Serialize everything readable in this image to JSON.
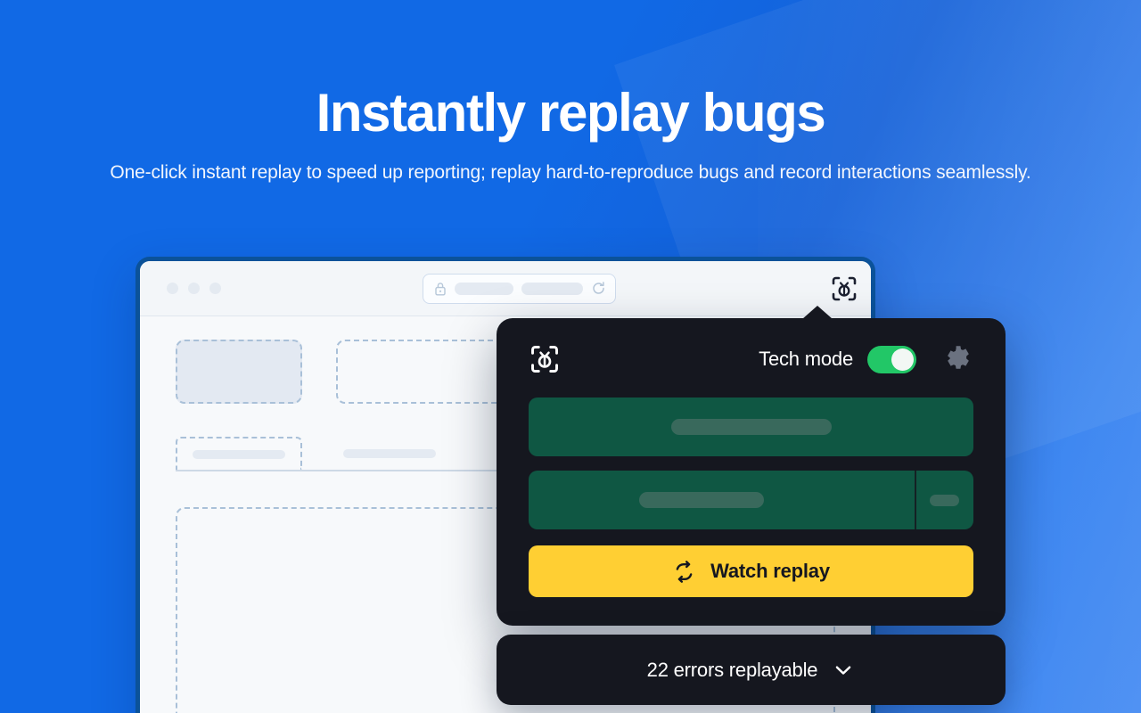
{
  "hero": {
    "title": "Instantly replay bugs",
    "subtitle": "One-click instant replay to speed up reporting; replay hard-to-reproduce bugs and record interactions seamlessly."
  },
  "colors": {
    "background_blue": "#1169e5",
    "browser_border": "#0b5299",
    "panel_dark": "#15171f",
    "toggle_on_green": "#22c767",
    "skeleton_green": "#0f5743",
    "accent_yellow": "#ffcf33",
    "wireframe_dash": "#a9c0d8"
  },
  "browser": {
    "window_dots": [
      "dot-1",
      "dot-2",
      "dot-3"
    ],
    "address_bar": {
      "lock_icon": "lock-icon",
      "placeholder": "",
      "value": "",
      "reload_icon": "reload-icon"
    },
    "extension_icon": "bug-scan-icon"
  },
  "popup": {
    "logo_icon": "bug-scan-icon",
    "tech_mode_label": "Tech mode",
    "tech_mode_on": true,
    "settings_icon": "gear-icon",
    "skeleton_rows": [
      {
        "name": "skeleton-row-1"
      },
      {
        "name": "skeleton-row-2"
      }
    ],
    "watch_replay": {
      "label": "Watch replay",
      "icon": "loop-repeat-icon"
    }
  },
  "error_bar": {
    "label": "22 errors replayable",
    "count": 22,
    "chevron_icon": "chevron-down-icon"
  }
}
